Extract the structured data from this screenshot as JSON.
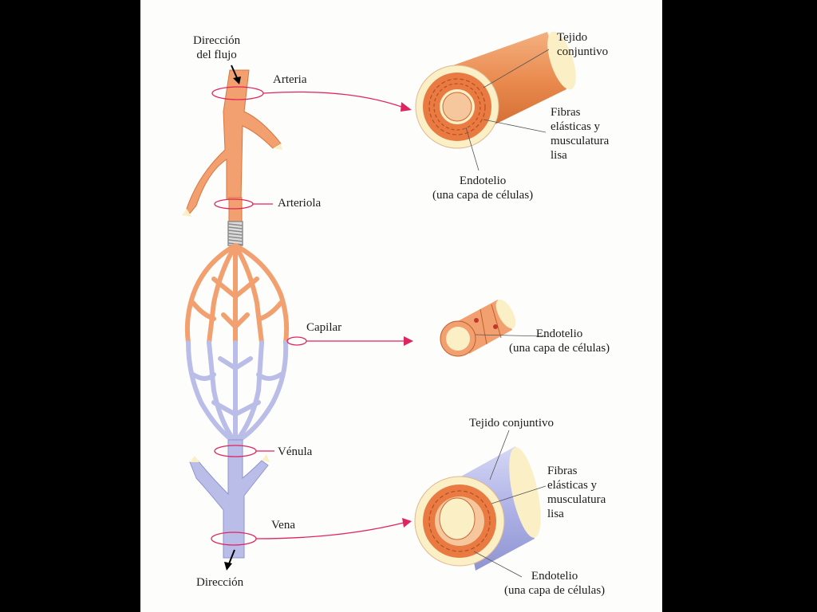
{
  "labels": {
    "flow_direction_top": "Dirección\ndel flujo",
    "artery": "Arteria",
    "arteriole": "Arteriola",
    "capillary": "Capilar",
    "venule": "Vénula",
    "vein": "Vena",
    "flow_direction_bottom": "Dirección"
  },
  "artery_section": {
    "connective_tissue": "Tejido\nconjuntivo",
    "elastic_fibers": "Fibras\nelásticas y\nmusculatura\nlisa",
    "endothelium": "Endotelio\n(una capa de células)"
  },
  "capillary_section": {
    "endothelium": "Endotelio\n(una capa de células)"
  },
  "vein_section": {
    "connective_tissue": "Tejido conjuntivo",
    "elastic_fibers": "Fibras\nelásticas y\nmusculatura\nlisa",
    "endothelium": "Endotelio\n(una capa de células)"
  },
  "colors": {
    "background": "#000000",
    "panel": "#fdfdfb",
    "arterial": "#f2a070",
    "arterial_dark": "#d9753e",
    "venous": "#b9bde8",
    "venous_dark": "#8f95d0",
    "connective": "#fbefc6",
    "pointer": "#e0245e"
  }
}
